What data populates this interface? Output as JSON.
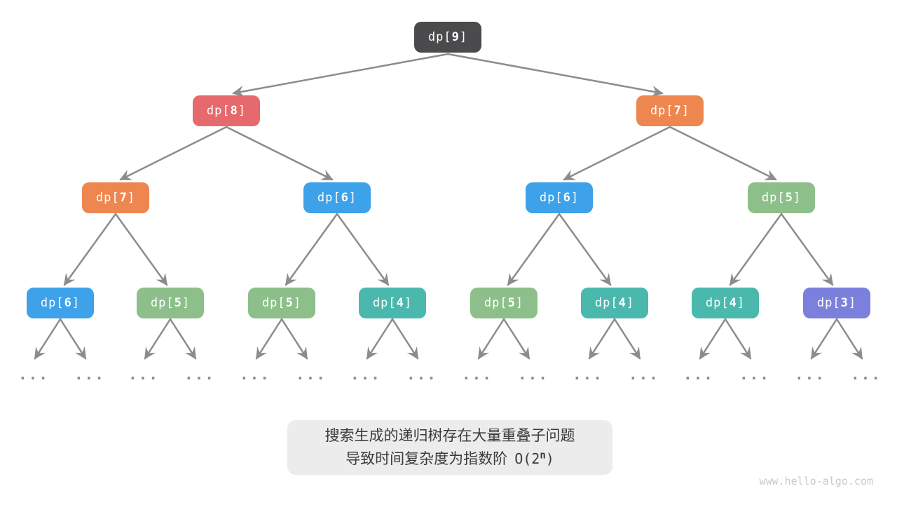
{
  "diagram": {
    "type": "recursion-tree",
    "label_prefix": "dp[",
    "label_suffix": "]",
    "nodes": [
      {
        "id": "root",
        "num": "9",
        "color": "#4b4b4d"
      },
      {
        "id": "l2-left",
        "num": "8",
        "color": "#e5696d"
      },
      {
        "id": "l2-right",
        "num": "7",
        "color": "#ee8650"
      },
      {
        "id": "l3-1",
        "num": "7",
        "color": "#ee8650"
      },
      {
        "id": "l3-2",
        "num": "6",
        "color": "#3da2e9"
      },
      {
        "id": "l3-3",
        "num": "6",
        "color": "#3da2e9"
      },
      {
        "id": "l3-4",
        "num": "5",
        "color": "#8cbf8a"
      },
      {
        "id": "l4-1",
        "num": "6",
        "color": "#3da2e9"
      },
      {
        "id": "l4-2",
        "num": "5",
        "color": "#8cbf8a"
      },
      {
        "id": "l4-3",
        "num": "5",
        "color": "#8cbf8a"
      },
      {
        "id": "l4-4",
        "num": "4",
        "color": "#4ab8ad"
      },
      {
        "id": "l4-5",
        "num": "5",
        "color": "#8cbf8a"
      },
      {
        "id": "l4-6",
        "num": "4",
        "color": "#4ab8ad"
      },
      {
        "id": "l4-7",
        "num": "4",
        "color": "#4ab8ad"
      },
      {
        "id": "l4-8",
        "num": "3",
        "color": "#7b80dd"
      }
    ],
    "ellipsis": "...",
    "arrow_color": "#8c8c8c"
  },
  "caption": {
    "line1": "搜索生成的递归树存在大量重叠子问题",
    "line2_prefix": "导致时间复杂度为指数阶",
    "formula_open": "O(2",
    "formula_exponent": "n",
    "formula_close": ")"
  },
  "footer": {
    "watermark": "www.hello-algo.com"
  }
}
